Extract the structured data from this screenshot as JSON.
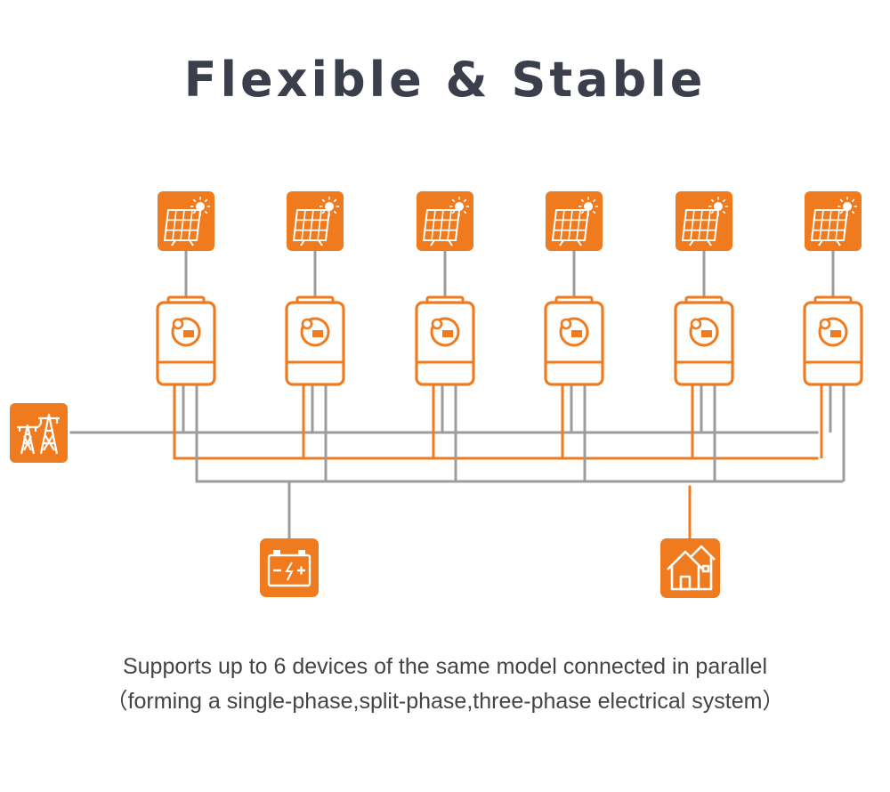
{
  "title": "Flexible & Stable",
  "caption": {
    "line1": "Supports up to 6 devices of the same model connected in parallel",
    "line2": "（forming a single-phase,split-phase,three-phase electrical system）"
  },
  "colors": {
    "accent": "#f07b1f",
    "line_gray": "#9c9c9c",
    "title": "#3b3e4b",
    "text": "#444444"
  },
  "units": [
    {
      "panel_icon": "solar-panel-icon",
      "inverter_icon": "inverter-icon"
    },
    {
      "panel_icon": "solar-panel-icon",
      "inverter_icon": "inverter-icon"
    },
    {
      "panel_icon": "solar-panel-icon",
      "inverter_icon": "inverter-icon"
    },
    {
      "panel_icon": "solar-panel-icon",
      "inverter_icon": "inverter-icon"
    },
    {
      "panel_icon": "solar-panel-icon",
      "inverter_icon": "inverter-icon"
    },
    {
      "panel_icon": "solar-panel-icon",
      "inverter_icon": "inverter-icon"
    }
  ],
  "nodes": {
    "grid": "power-tower-icon",
    "battery": "battery-icon",
    "load": "house-icon"
  }
}
